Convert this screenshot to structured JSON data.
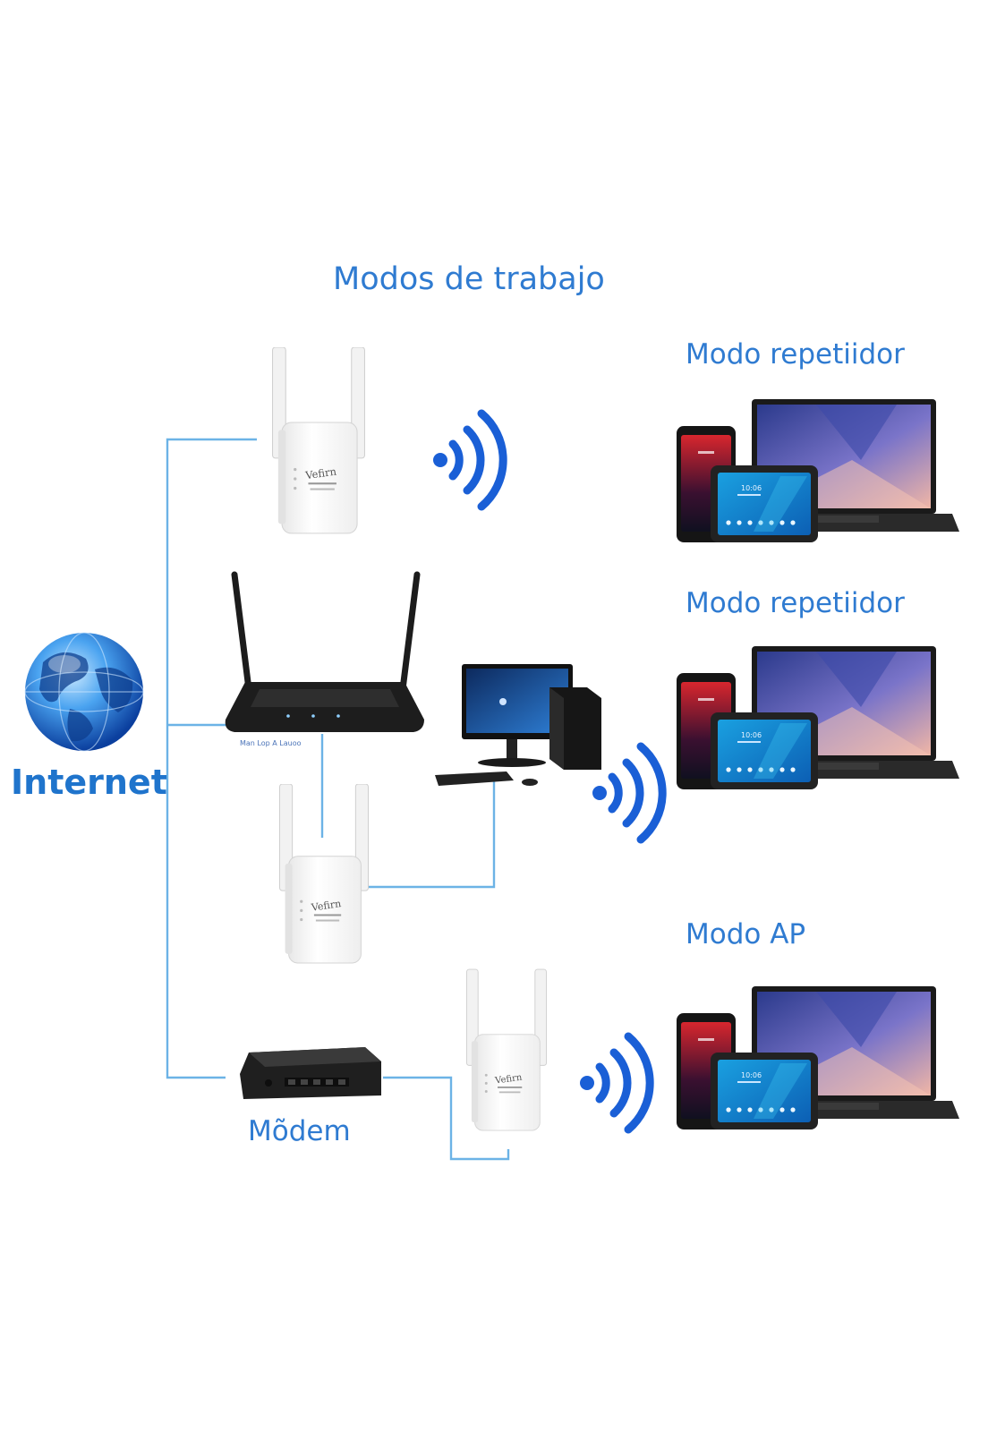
{
  "title": "Modos de trabajo",
  "modes": [
    {
      "label": "Modo repetiidor"
    },
    {
      "label": "Modo repetiidor"
    },
    {
      "label": "Modo AP"
    }
  ],
  "internet_label": "Internet",
  "modem_label": "Mõdem",
  "router_caption": "Man Lop A Lauoo",
  "brand_text": "Vefirn",
  "colors": {
    "accent": "#2f7bd1",
    "line": "#6cb3e6",
    "wifi": "#1a5fd6",
    "device_dark": "#1e1e1e"
  },
  "icons": [
    "globe-icon",
    "repeater-icon",
    "router-icon",
    "desktop-pc-icon",
    "modem-icon",
    "wifi-signal-icon",
    "laptop-icon",
    "tablet-icon",
    "smartphone-icon"
  ]
}
